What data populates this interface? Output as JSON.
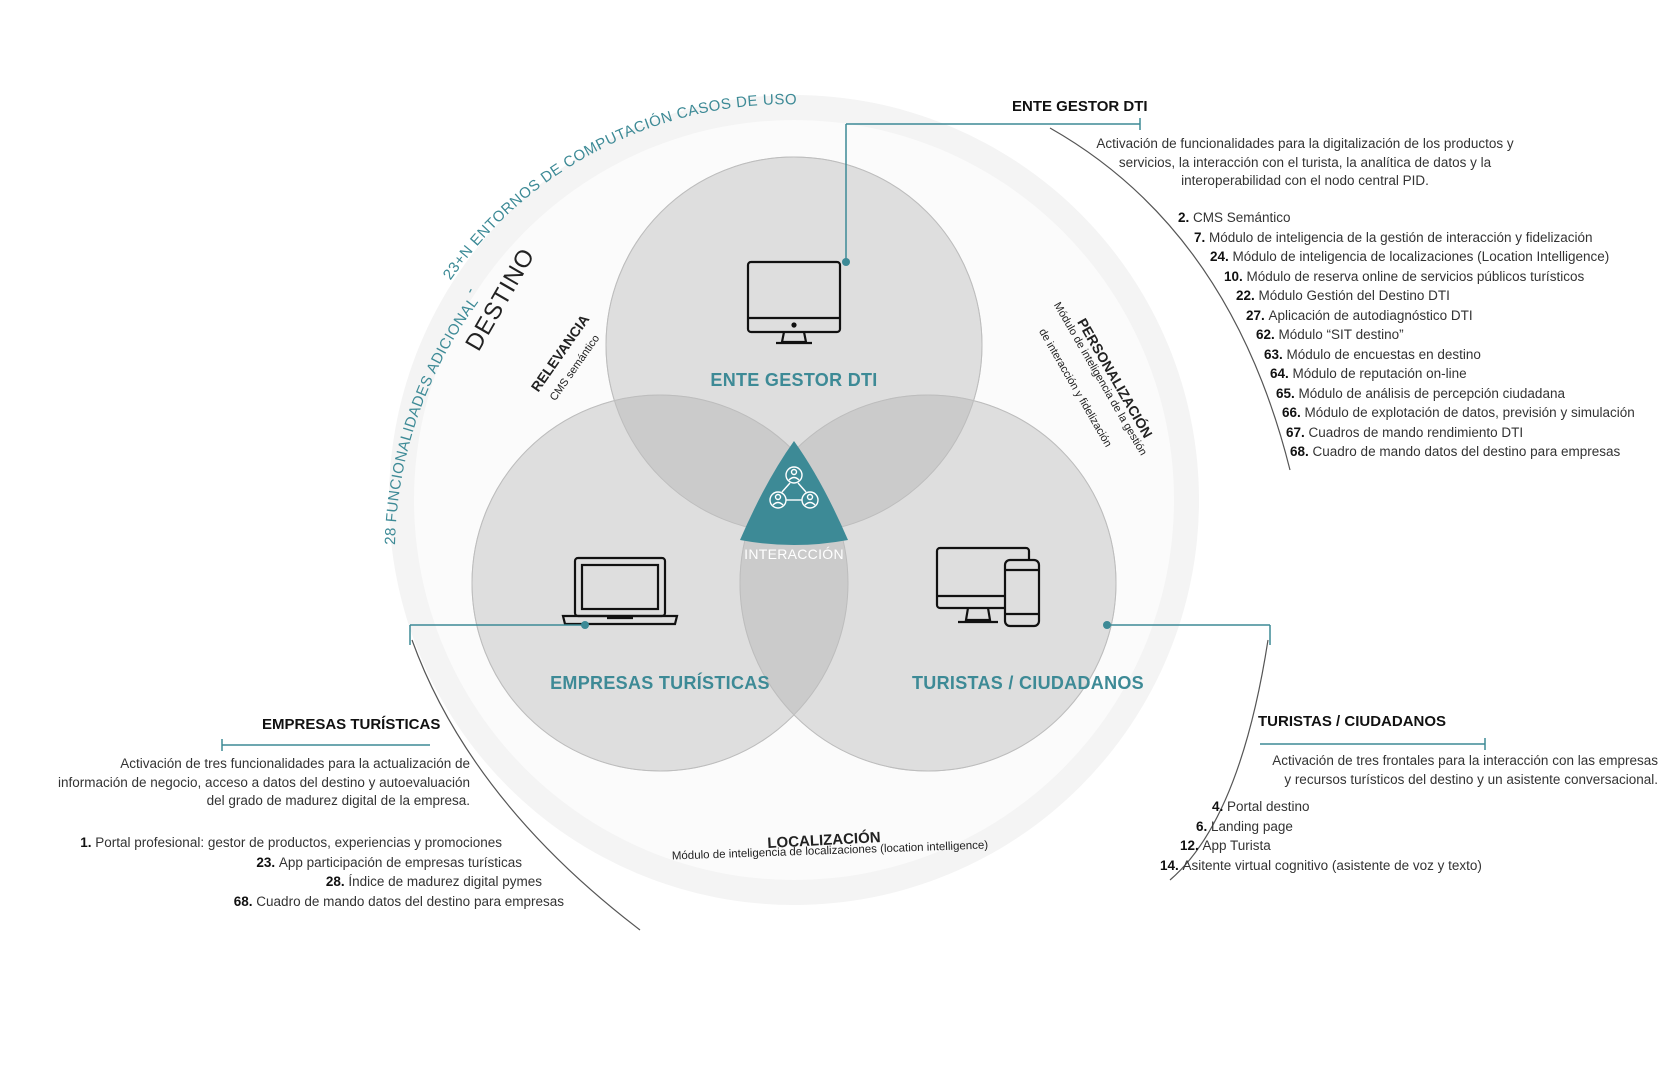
{
  "outer_ring": {
    "arc_text_1": "23+N ENTORNOS DE COMPUTACIÓN CASOS DE USO",
    "arc_separator": "-",
    "arc_text_2": "28 FUNCIONALIDADES ADICIONALES",
    "destino": "DESTINO"
  },
  "circles": {
    "ente": "ENTE GESTOR DTI",
    "empresas": "EMPRESAS TURÍSTICAS",
    "turistas": "TURISTAS / CIUDADANOS",
    "center": "INTERACCIÓN"
  },
  "overlaps": {
    "relevancia_title": "RELEVANCIA",
    "relevancia_sub": "CMS semántico",
    "personalizacion_title": "PERSONALIZACIÓN",
    "personalizacion_sub_1": "Módulo de inteligencia de la gestión",
    "personalizacion_sub_2": "de interacción y fidelización",
    "localizacion_title": "LOCALIZACIÓN",
    "localizacion_sub": "Módulo de inteligencia de localizaciones (location intelligence)"
  },
  "ente_panel": {
    "title": "ENTE GESTOR DTI",
    "desc": [
      "Activación de funcionalidades para la digitalización de los productos y",
      "servicios, la interacción con el turista, la analítica de datos y la",
      "interoperabilidad con el nodo central PID."
    ],
    "items": [
      {
        "num": "2.",
        "text": "CMS Semántico"
      },
      {
        "num": "7.",
        "text": "Módulo de inteligencia de la gestión de interacción y fidelización"
      },
      {
        "num": "24.",
        "text": "Módulo de inteligencia de localizaciones (Location Intelligence)"
      },
      {
        "num": "10.",
        "text": "Módulo de reserva online  de servicios públicos turísticos"
      },
      {
        "num": "22.",
        "text": "Módulo Gestión del Destino DTI"
      },
      {
        "num": "27.",
        "text": "Aplicación de autodiagnóstico DTI"
      },
      {
        "num": "62.",
        "text": "Módulo “SIT destino”"
      },
      {
        "num": "63.",
        "text": "Módulo de encuestas en destino"
      },
      {
        "num": "64.",
        "text": "Módulo de reputación on-line"
      },
      {
        "num": "65.",
        "text": "Módulo de análisis de percepción ciudadana"
      },
      {
        "num": "66.",
        "text": "Módulo de explotación de datos,  previsión y simulación"
      },
      {
        "num": "67.",
        "text": "Cuadros de mando rendimiento DTI"
      },
      {
        "num": "68.",
        "text": "Cuadro de mando datos del destino para empresas"
      }
    ]
  },
  "empresas_panel": {
    "title": "EMPRESAS TURÍSTICAS",
    "desc": [
      "Activación de tres funcionalidades para la actualización de",
      "información de negocio, acceso a datos del destino y autoevaluación",
      "del grado de madurez digital de la empresa."
    ],
    "items": [
      {
        "num": "1.",
        "text": "Portal profesional: gestor de productos, experiencias y promociones"
      },
      {
        "num": "23.",
        "text": "App participación de empresas turísticas"
      },
      {
        "num": "28.",
        "text": "Índice de madurez digital pymes"
      },
      {
        "num": "68.",
        "text": "Cuadro de mando datos del destino para empresas"
      }
    ]
  },
  "turistas_panel": {
    "title": "TURISTAS / CIUDADANOS",
    "desc": [
      "Activación de tres frontales para la interacción con las empresas",
      "y recursos turísticos del destino y  un asistente conversacional."
    ],
    "items": [
      {
        "num": "4.",
        "text": "Portal destino"
      },
      {
        "num": "6.",
        "text": "Landing page"
      },
      {
        "num": "12.",
        "text": "App Turista"
      },
      {
        "num": "14.",
        "text": "Asitente virtual cognitivo (asistente de voz y texto)"
      }
    ]
  },
  "colors": {
    "teal": "#3d8a96",
    "circle_fill": "#d9d9d9",
    "overlap_fill": "#c4c4c4",
    "ring": "#f3f3f3"
  }
}
